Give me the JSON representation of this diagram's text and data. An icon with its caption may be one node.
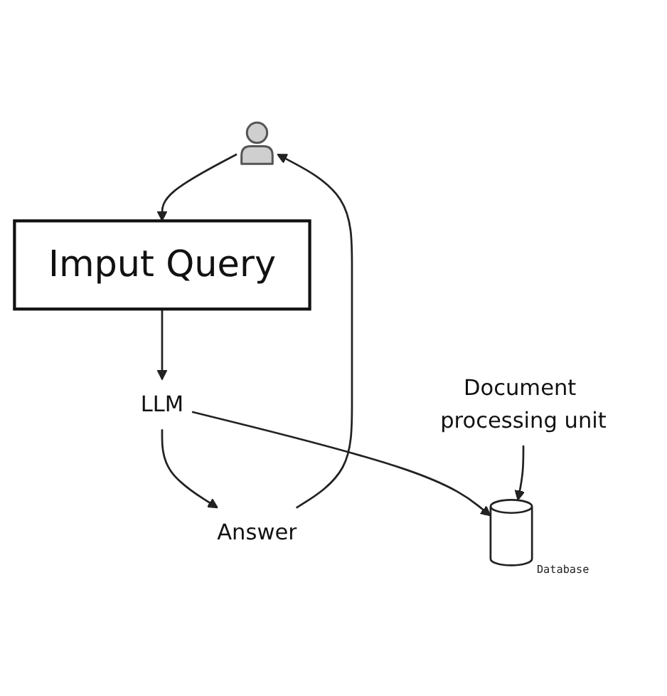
{
  "diagram": {
    "nodes": [
      {
        "text": [],
        "shape": "person"
      },
      {
        "text": [
          "Imput Query"
        ]
      },
      {
        "text": [
          "LLM"
        ]
      },
      {
        "text": [
          "Answer"
        ]
      },
      {
        "text": [],
        "shape": "cylinder",
        "beside": [
          "Database"
        ]
      },
      {
        "text": [
          "Document processing unit"
        ]
      }
    ],
    "edges": [
      {
        "from": 0,
        "to": 1,
        "arrow": "to"
      },
      {
        "from": 1,
        "to": 2,
        "arrow": "to"
      },
      {
        "from": 2,
        "to": 3,
        "arrow": "to"
      },
      {
        "from": 3,
        "to": 0,
        "arrow": "to"
      },
      {
        "from": 2,
        "to": 4,
        "arrow": "to"
      },
      {
        "from": 5,
        "to": 4,
        "arrow": "to"
      }
    ]
  }
}
